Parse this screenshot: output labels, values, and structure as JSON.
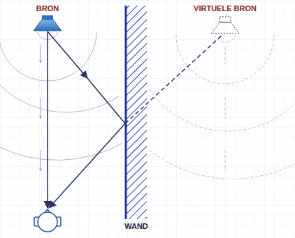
{
  "diagram": {
    "labels": [
      "BRON",
      "VIRTUELE BRON",
      "WAND"
    ]
  }
}
